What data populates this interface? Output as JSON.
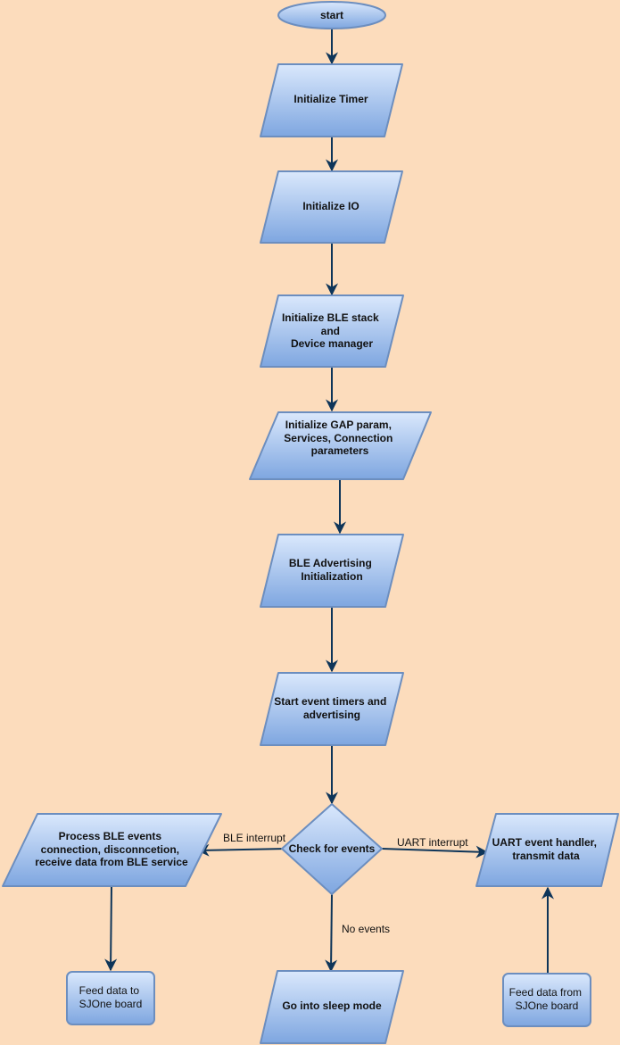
{
  "colors": {
    "background": "#fcdcbc",
    "node_fill_top": "#dae8fc",
    "node_fill_bottom": "#7ea6e0",
    "node_stroke": "#6c8ebf",
    "arrow": "#0e3559",
    "text": "#111111"
  },
  "nodes": {
    "start": {
      "lines": [
        "start"
      ]
    },
    "init_timer": {
      "lines": [
        "Initialize Timer"
      ]
    },
    "init_io": {
      "lines": [
        "Initialize IO"
      ]
    },
    "init_ble": {
      "lines": [
        "Initialize BLE stack",
        "and",
        "Device manager"
      ]
    },
    "init_gap": {
      "lines": [
        "Initialize GAP param,",
        "Services, Connection",
        "parameters"
      ]
    },
    "ble_adv_init": {
      "lines": [
        "BLE Advertising",
        "Initialization"
      ]
    },
    "start_timers": {
      "lines": [
        "Start event timers and",
        "advertising"
      ]
    },
    "check_events": {
      "lines": [
        "Check for events"
      ]
    },
    "process_ble": {
      "lines": [
        "Process BLE events",
        "connection, disconncetion,",
        "receive data from BLE service"
      ]
    },
    "uart_handler": {
      "lines": [
        "UART event handler,",
        "transmit data"
      ]
    },
    "sleep_mode": {
      "lines": [
        "Go into sleep mode"
      ]
    },
    "feed_to_sjone": {
      "lines": [
        "Feed data to",
        "SJOne board"
      ]
    },
    "feed_from_sjone": {
      "lines": [
        "Feed data from",
        "SJOne board"
      ]
    }
  },
  "edge_labels": {
    "ble_interrupt": "BLE interrupt",
    "uart_interrupt": "UART interrupt",
    "no_events": "No events"
  }
}
